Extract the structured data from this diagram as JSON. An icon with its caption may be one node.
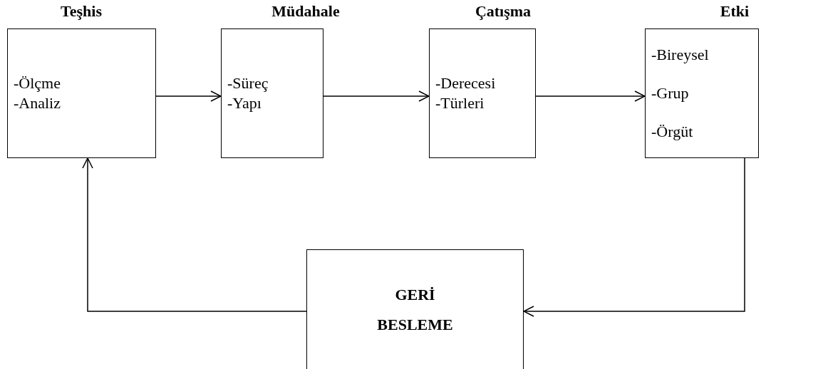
{
  "diagram": {
    "nodes": [
      {
        "text": [
          "Teşhis",
          "-Ölçme",
          "-Analiz"
        ]
      },
      {
        "text": [
          "Müdahale",
          "-Süreç",
          "-Yapı"
        ]
      },
      {
        "text": [
          "Çatışma",
          "-Derecesi",
          "-Türleri"
        ]
      },
      {
        "text": [
          "Etki",
          "-Bireysel",
          "-Grup",
          "-Örgüt"
        ]
      },
      {
        "text": [
          "GERİ BESLEME"
        ]
      }
    ],
    "edges": [
      {
        "from": 0,
        "to": 1,
        "arrow": "to"
      },
      {
        "from": 1,
        "to": 2,
        "arrow": "to"
      },
      {
        "from": 2,
        "to": 3,
        "arrow": "to"
      },
      {
        "from": 3,
        "to": 4,
        "arrow": "to"
      },
      {
        "from": 4,
        "to": 0,
        "arrow": "to"
      }
    ]
  }
}
